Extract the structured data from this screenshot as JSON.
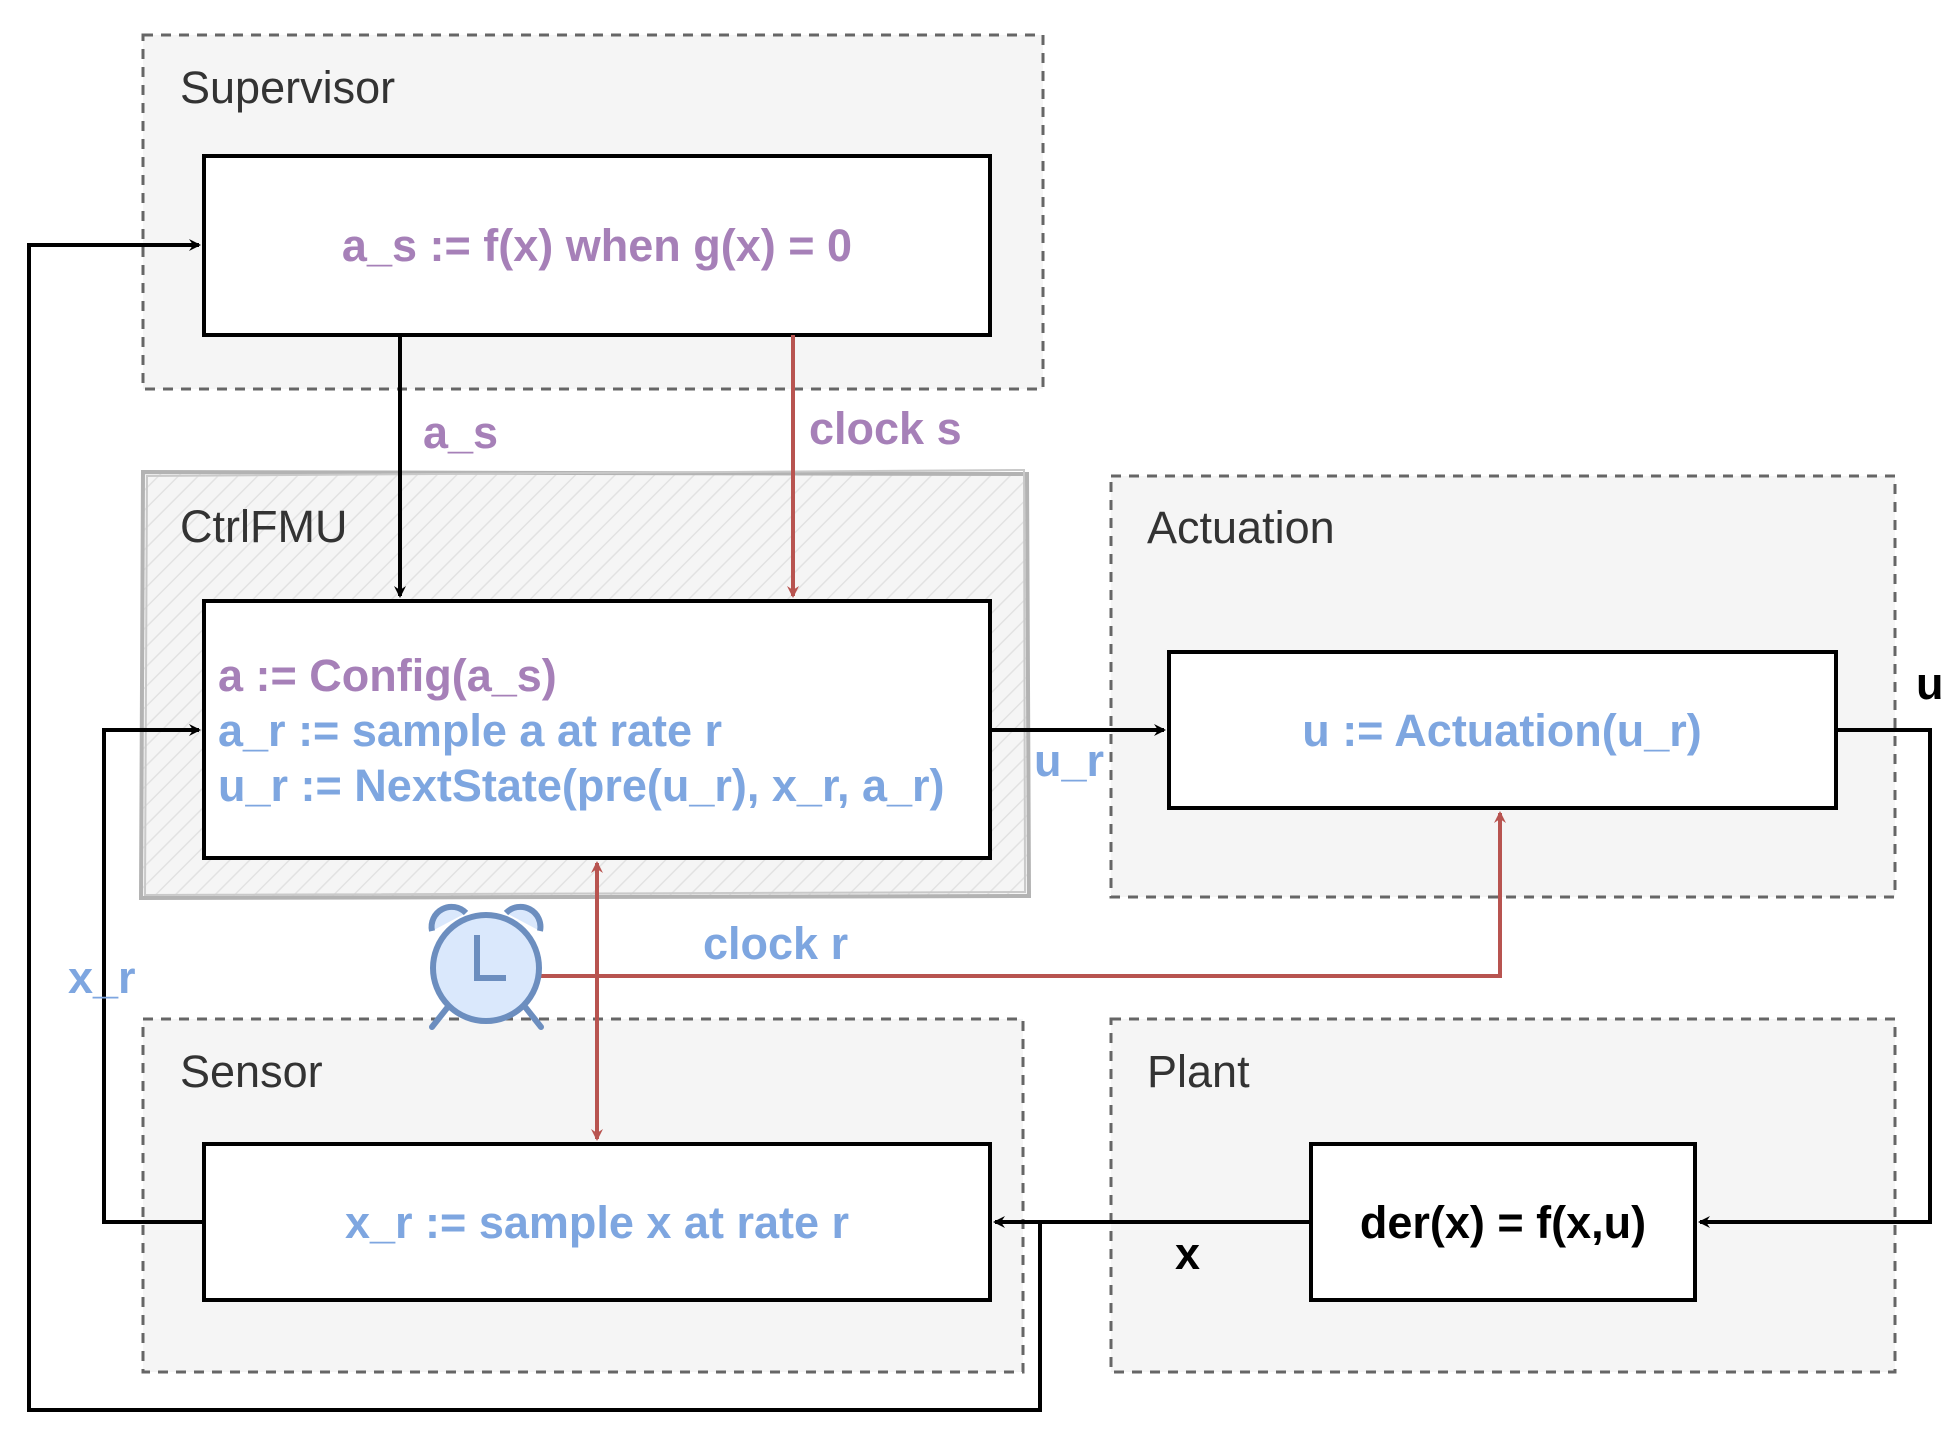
{
  "colors": {
    "purple": "#a680b8",
    "blue": "#7ea6e0",
    "red": "#b85450",
    "black": "#000000",
    "group_fill": "#f5f5f5",
    "group_border": "#666666",
    "clock_fill": "#dae8fc",
    "clock_stroke": "#6c8ebf"
  },
  "groups": {
    "supervisor": {
      "title": "Supervisor"
    },
    "ctrlfmu": {
      "title": "CtrlFMU"
    },
    "actuation": {
      "title": "Actuation"
    },
    "sensor": {
      "title": "Sensor"
    },
    "plant": {
      "title": "Plant"
    }
  },
  "boxes": {
    "supervisor": {
      "line1": "a_s := f(x) when g(x) = 0"
    },
    "ctrlfmu": {
      "line1": "a := Config(a_s)",
      "line2": "a_r := sample a at rate r",
      "line3": "u_r := NextState(pre(u_r), x_r, a_r)"
    },
    "actuation": {
      "line1": "u := Actuation(u_r)"
    },
    "sensor": {
      "line1": "x_r := sample x at rate r"
    },
    "plant": {
      "line1": "der(x) = f(x,u)"
    }
  },
  "edge_labels": {
    "a_s": "a_s",
    "clock_s": "clock s",
    "u_r": "u_r",
    "u": "u",
    "x_r": "x_r",
    "clock_r": "clock r",
    "x": "x"
  },
  "icons": {
    "clock": "alarm-clock-icon"
  }
}
